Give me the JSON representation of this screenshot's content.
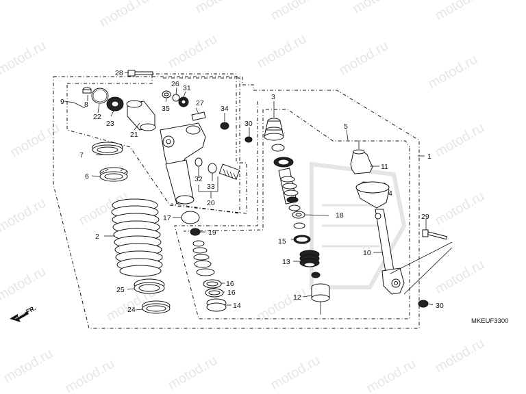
{
  "watermark": "motod.ru",
  "diagram_code": "MKEUF3300",
  "front_arrow_label": "FR.",
  "callouts": {
    "c1": "1",
    "c2": "2",
    "c3": "3",
    "c4": "4",
    "c5": "5",
    "c6": "6",
    "c7": "7",
    "c8": "8",
    "c9": "9",
    "c10": "10",
    "c11": "11",
    "c12": "12",
    "c13": "13",
    "c14": "14",
    "c15": "15",
    "c16a": "16",
    "c16b": "16",
    "c17": "17",
    "c18": "18",
    "c19": "19",
    "c20": "20",
    "c21": "21",
    "c22": "22",
    "c23": "23",
    "c24": "24",
    "c25": "25",
    "c26": "26",
    "c27": "27",
    "c28": "28",
    "c29": "29",
    "c30a": "30",
    "c30b": "30",
    "c31": "31",
    "c32": "32",
    "c33": "33",
    "c34": "34",
    "c35": "35"
  },
  "colors": {
    "line": "#111111",
    "watermark": "#e6e6e6",
    "background": "#ffffff"
  }
}
